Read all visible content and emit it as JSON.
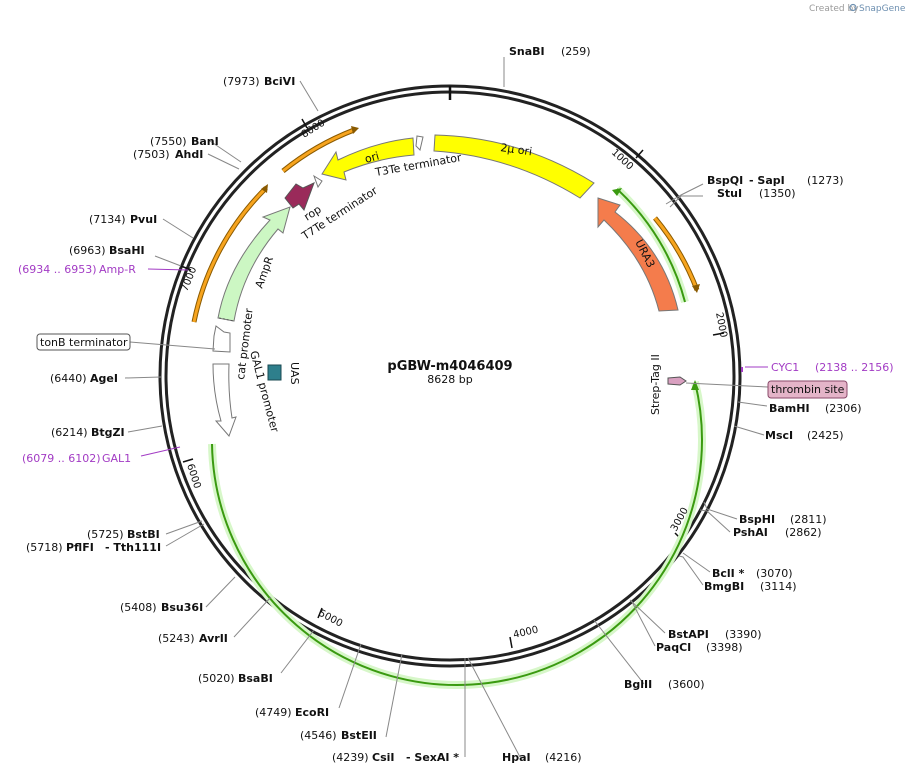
{
  "header": {
    "created_by": "Created by",
    "brand": "SnapGene"
  },
  "plasmid": {
    "name": "pGBW-m4046409",
    "length_label": "8628 bp"
  },
  "ticks": [
    "1000",
    "2000",
    "3000",
    "4000",
    "5000",
    "6000",
    "7000",
    "8000"
  ],
  "sites": {
    "snabi": {
      "name": "SnaBI",
      "pos": "(259)"
    },
    "bspqi": {
      "name": "BspQI",
      "extra": "- SapI",
      "pos": "(1273)"
    },
    "stui": {
      "name": "StuI",
      "pos": "(1350)"
    },
    "bamhi": {
      "name": "BamHI",
      "pos": "(2306)"
    },
    "msci": {
      "name": "MscI",
      "pos": "(2425)"
    },
    "bsphi": {
      "name": "BspHI",
      "pos": "(2811)"
    },
    "pshai": {
      "name": "PshAI",
      "pos": "(2862)"
    },
    "bcli": {
      "name": "BclI *",
      "pos": "(3070)"
    },
    "bmgbi": {
      "name": "BmgBI",
      "pos": "(3114)"
    },
    "bstapi": {
      "name": "BstAPI",
      "pos": "(3390)"
    },
    "paqci": {
      "name": "PaqCI",
      "pos": "(3398)"
    },
    "bglii": {
      "name": "BglII",
      "pos": "(3600)"
    },
    "hpai": {
      "name": "HpaI",
      "pos": "(4216)"
    },
    "csii": {
      "name": "CsiI",
      "extra": "- SexAI *",
      "pos": "(4239)"
    },
    "bsteii": {
      "name": "BstEII",
      "pos": "(4546)"
    },
    "ecori": {
      "name": "EcoRI",
      "pos": "(4749)"
    },
    "bsabi": {
      "name": "BsaBI",
      "pos": "(5020)"
    },
    "avrii": {
      "name": "AvrII",
      "pos": "(5243)"
    },
    "bsu36i": {
      "name": "Bsu36I",
      "pos": "(5408)"
    },
    "bstbi": {
      "name": "BstBI",
      "pos": "(5725)"
    },
    "pflfi": {
      "name": "PflFI",
      "extra": "- Tth111I",
      "pos": "(5718)"
    },
    "btgzi": {
      "name": "BtgZI",
      "pos": "(6214)"
    },
    "agei": {
      "name": "AgeI",
      "pos": "(6440)"
    },
    "bsahi": {
      "name": "BsaHI",
      "pos": "(6963)"
    },
    "pvui": {
      "name": "PvuI",
      "pos": "(7134)"
    },
    "ahdi": {
      "name": "AhdI",
      "pos": "(7503)"
    },
    "bani": {
      "name": "BanI",
      "pos": "(7550)"
    },
    "bcivi": {
      "name": "BciVI",
      "pos": "(7973)"
    }
  },
  "purple_features": {
    "cyc1": {
      "name": "CYC1",
      "range": "(2138 .. 2156)"
    },
    "ampr_range": {
      "name": "Amp-R",
      "range": "(6934 .. 6953)"
    },
    "gal1_range": {
      "name": "GAL1",
      "range": "(6079 .. 6102)"
    }
  },
  "boxed_labels": {
    "thrombin": "thrombin site",
    "tonb": "tonB terminator"
  },
  "features": {
    "ori_2mu": "2μ ori",
    "ori": "ori",
    "t3te": "T3Te terminator",
    "rop": "rop",
    "t7te": "T7Te terminator",
    "ampr": "AmpR",
    "ura3": "URA3",
    "strep_tag": "Strep-Tag II",
    "cat_promoter": "cat promoter",
    "gal1_promoter": "GAL1 promoter",
    "uas": "UAS"
  },
  "colors": {
    "ori_yellow": "#ffff00",
    "ura3_orange": "#f47c4c",
    "ampr_green": "#ccf7c3",
    "rop_maroon": "#9a2a5a",
    "cds_gold": "#f7a41e",
    "green_line": "#3a9a10",
    "uas_teal": "#2e7f8c",
    "purple": "#a23bc4",
    "thrombin_fill": "#e4b4c8"
  }
}
